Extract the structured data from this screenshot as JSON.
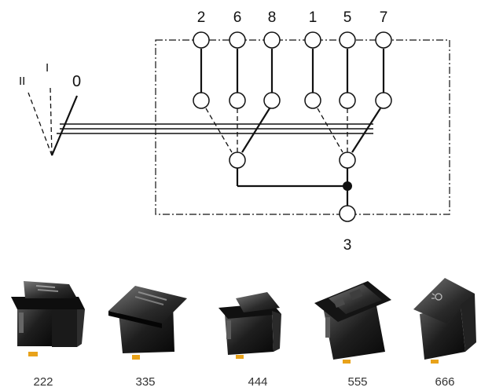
{
  "diagram": {
    "top_contacts": [
      "2",
      "6",
      "8",
      "1",
      "5",
      "7"
    ],
    "common_terminal": "3",
    "positions": {
      "off": "0",
      "pos1": "I",
      "pos2": "II"
    }
  },
  "products": [
    {
      "model": "222"
    },
    {
      "model": "335"
    },
    {
      "model": "444"
    },
    {
      "model": "555"
    },
    {
      "model": "666"
    }
  ]
}
